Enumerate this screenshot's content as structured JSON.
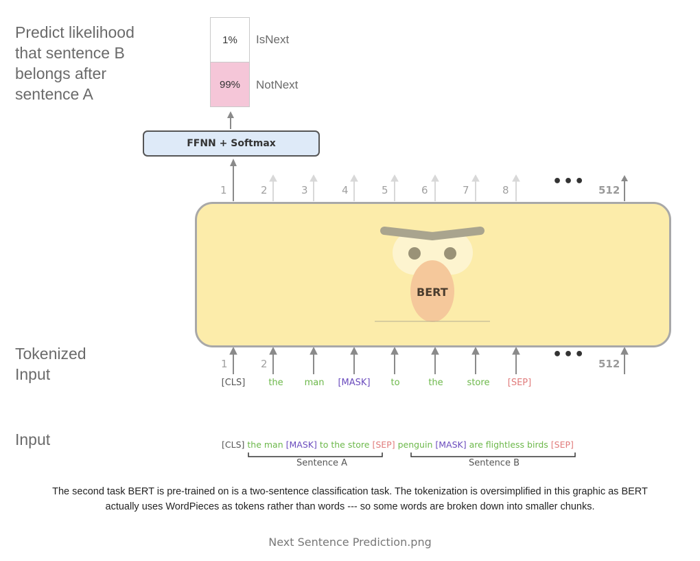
{
  "labels": {
    "predict_line1": "Predict likelihood",
    "predict_line2": "that sentence B",
    "predict_line3": "belongs after",
    "predict_line4": "sentence A",
    "tokenized_line1": "Tokenized",
    "tokenized_line2": "Input",
    "input": "Input"
  },
  "output": {
    "isnext_pct": "1%",
    "isnext_label": "IsNext",
    "notnext_pct": "99%",
    "notnext_label": "NotNext",
    "notnext_color": "#f5c6d8"
  },
  "ffnn_label": "FFNN + Softmax",
  "bert_label": "BERT",
  "top_positions": [
    "1",
    "2",
    "3",
    "4",
    "5",
    "6",
    "7",
    "8"
  ],
  "top_last": "512",
  "bottom_positions": [
    "1",
    "2"
  ],
  "bottom_last": "512",
  "ellipsis": "•••",
  "tokens": [
    "[CLS]",
    "the",
    "man",
    "[MASK]",
    "to",
    "the",
    "store",
    "[SEP]"
  ],
  "input_sentence": {
    "cls": "[CLS]",
    "sentence_a": "the man",
    "mask_a": "[MASK]",
    "rest_a": "to the store",
    "sep_a": "[SEP]",
    "sentence_b": "penguin",
    "mask_b": "[MASK]",
    "rest_b": "are flightless birds",
    "sep_b": "[SEP]"
  },
  "segments": {
    "a": "Sentence A",
    "b": "Sentence B"
  },
  "caption_line1": "The second task BERT is pre-trained on is a two-sentence classification task. The tokenization is oversimplified in this graphic as BERT",
  "caption_line2": "actually uses WordPieces as tokens rather than words --- so some words are broken down into smaller chunks.",
  "filename": "Next Sentence Prediction.png",
  "colors": {
    "bert_fill": "#fcecaa",
    "ffnn_fill": "#deeaf8",
    "word_green": "#6cb84a",
    "mask_purple": "#6a4bbd",
    "sep_red": "#e07a7a"
  }
}
